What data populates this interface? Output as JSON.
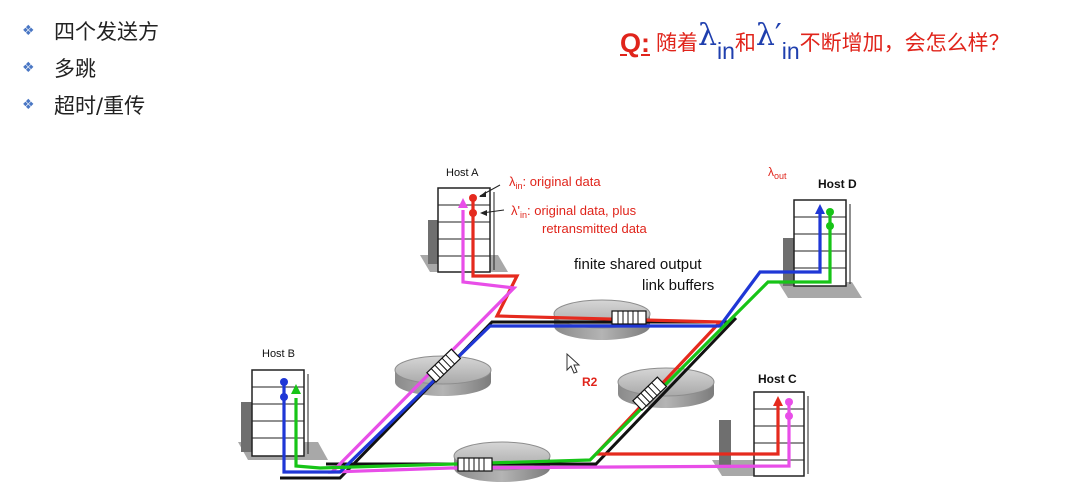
{
  "bullets": [
    {
      "icon": "diamond-bullet-icon",
      "text": "四个发送方"
    },
    {
      "icon": "diamond-bullet-icon",
      "text": "多跳"
    },
    {
      "icon": "diamond-bullet-icon",
      "text": "超时/重传"
    }
  ],
  "question": {
    "prefix": "Q:",
    "part1": "随着",
    "lambda": "λ",
    "sub1": "in",
    "part2": "和",
    "lambda_prime": "λ′",
    "sub2": "in",
    "part3": "不断增加，会怎么样？"
  },
  "diagram": {
    "host_a": "Host A",
    "host_b": "Host B",
    "host_c": "Host C",
    "host_d": "Host D",
    "router_label": "R2",
    "lambda": "λ",
    "lambda_prime": "λ'",
    "sub_in": "in",
    "sub_out": "out",
    "lambda_in_desc": ": original data",
    "lambda_prime_desc_1": ": original data, plus",
    "lambda_prime_desc_2": "retransmitted data",
    "buffer_label_1": "finite shared output",
    "buffer_label_2": "link buffers"
  },
  "colors": {
    "red": "#e52a1e",
    "blue": "#1f37d6",
    "green": "#17c417",
    "magenta": "#e84ee8",
    "label_red": "#e0241b",
    "bullet": "#4a77c4"
  }
}
